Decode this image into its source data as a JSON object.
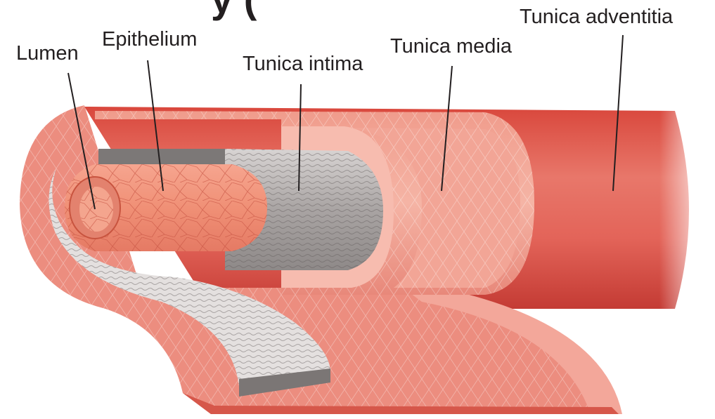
{
  "diagram": {
    "top_partial_title": "y (",
    "labels": {
      "lumen": "Lumen",
      "epithelium": "Epithelium",
      "tunica_intima": "Tunica intima",
      "tunica_media": "Tunica media",
      "tunica_adventitia": "Tunica adventitia"
    },
    "colors": {
      "adventitia": "#e36a5e",
      "media": "#f2a596",
      "intima": "#b3aeae",
      "epithelium": "#ef8c78",
      "leader_line": "#231f20"
    }
  }
}
